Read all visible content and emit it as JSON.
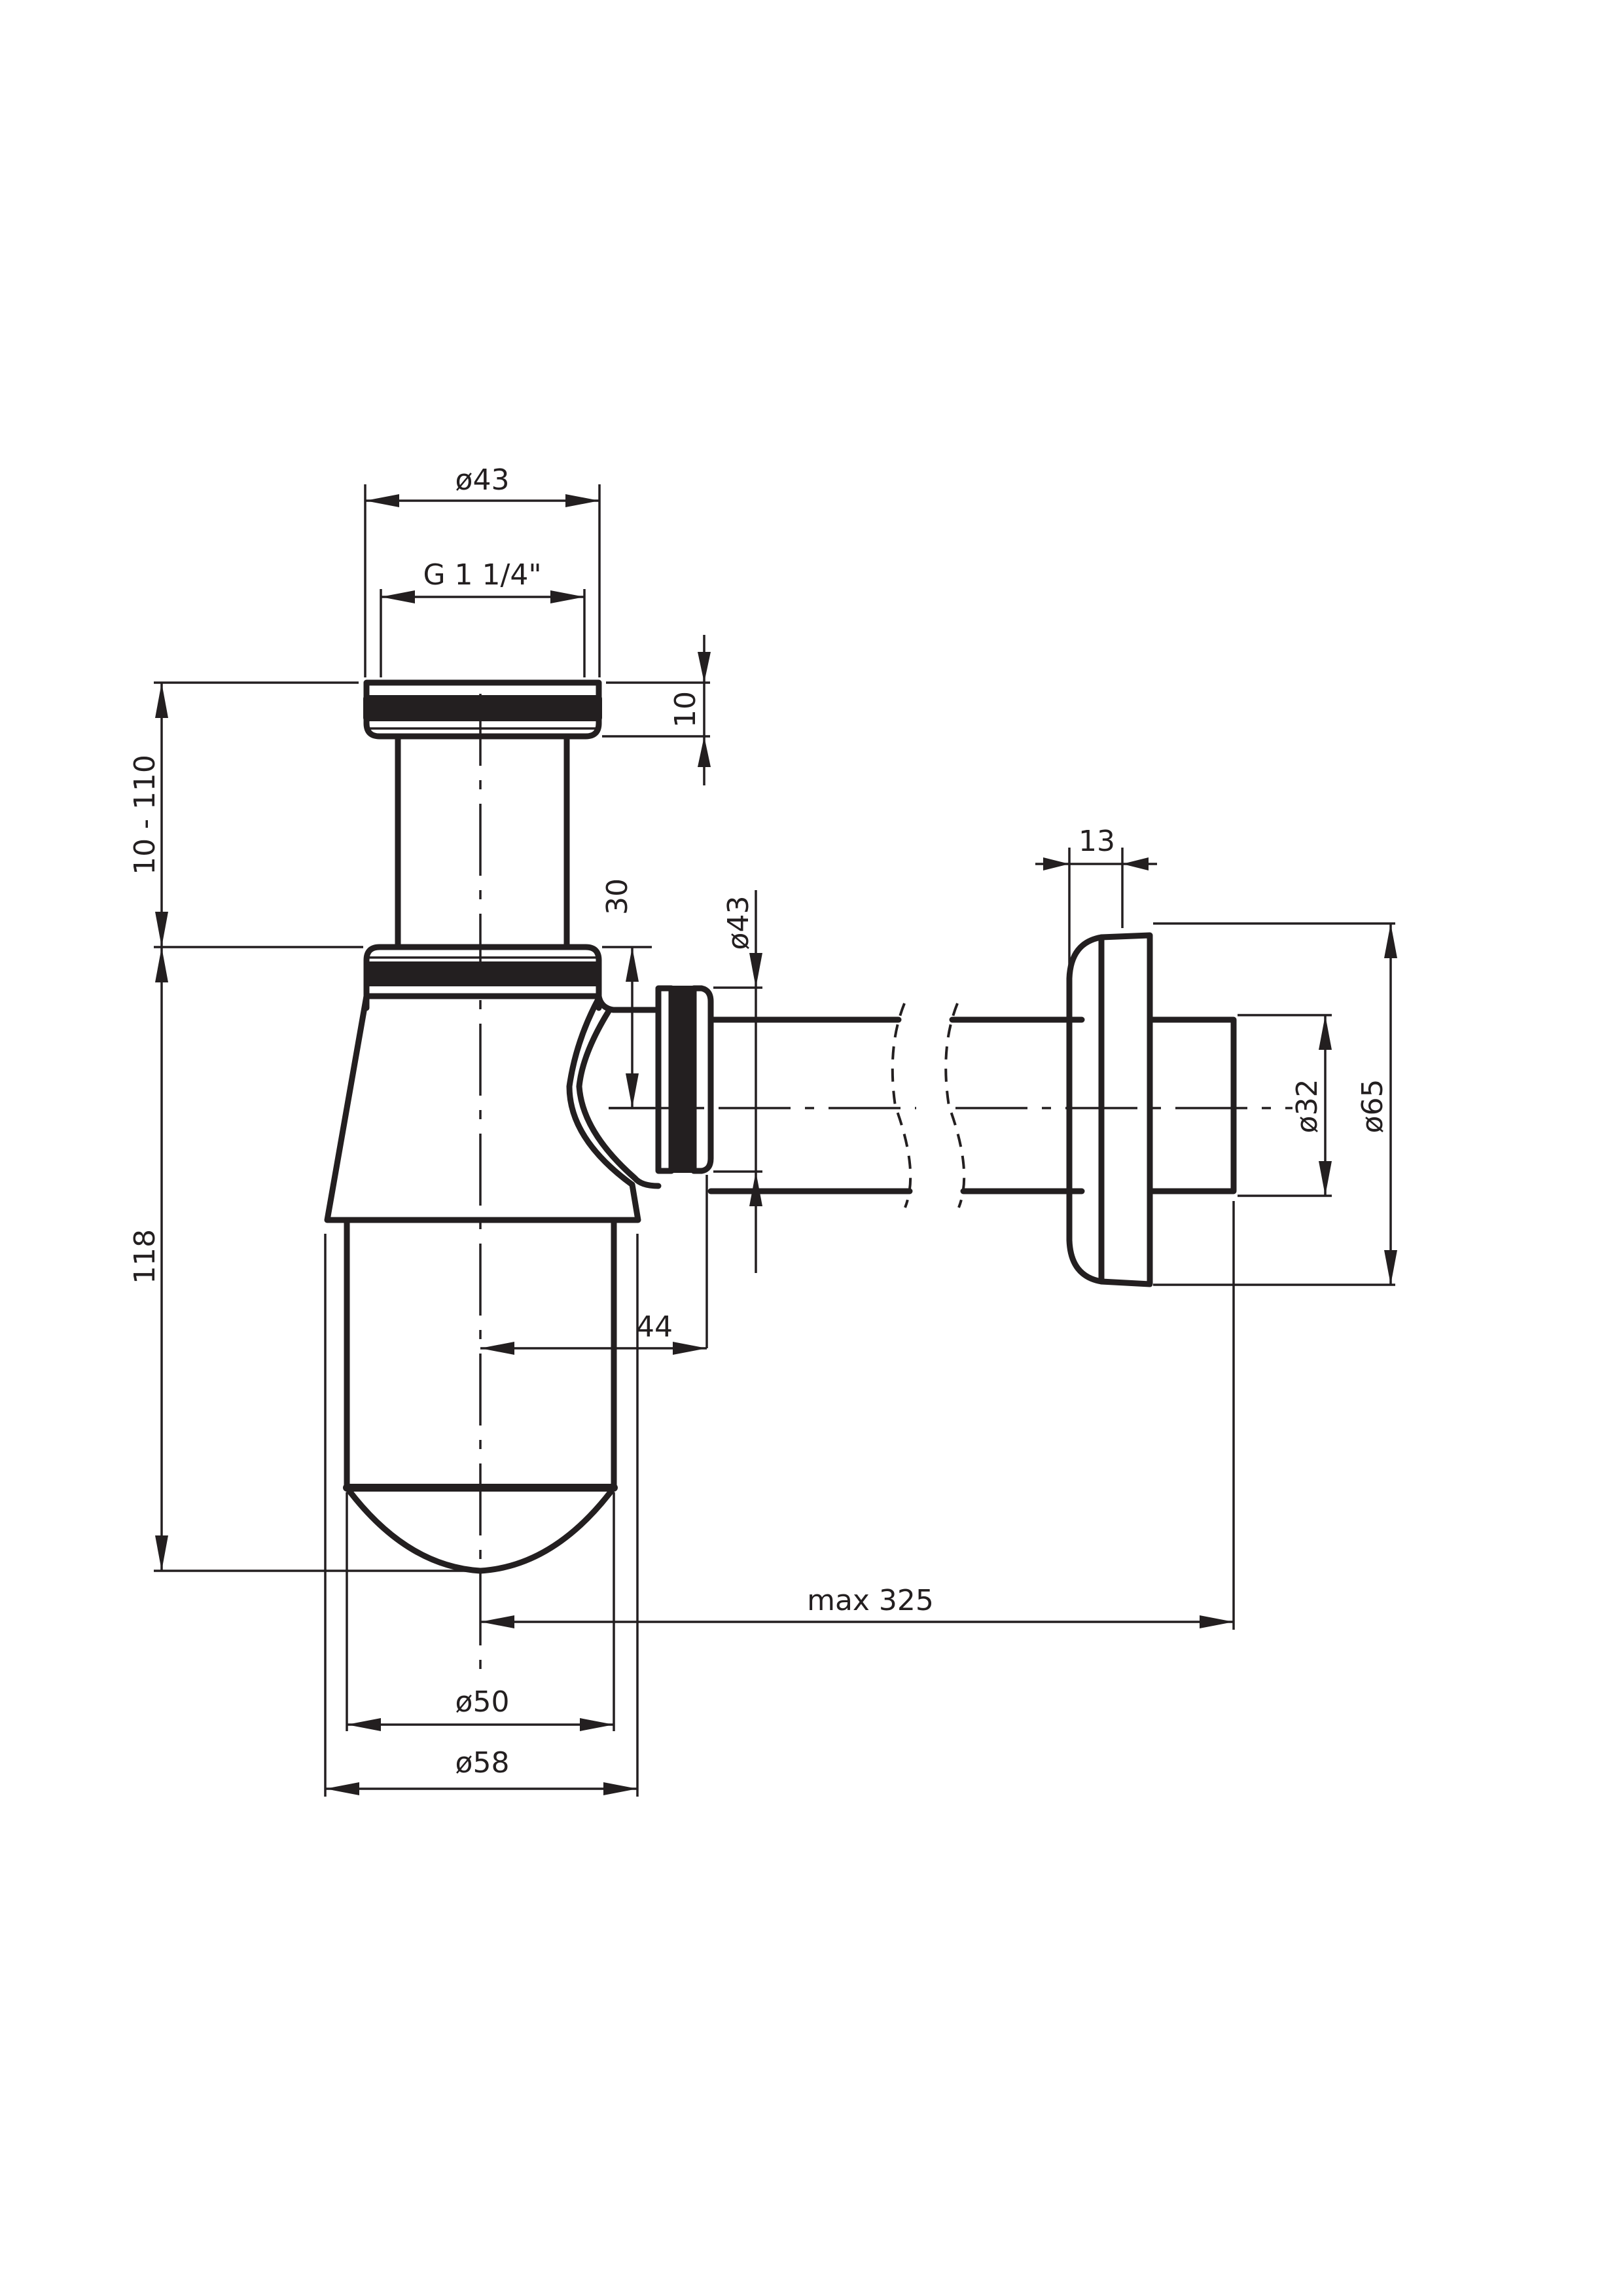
{
  "drawing": {
    "title": "Bottle siphon with wall flange – dimensional drawing",
    "units": "mm",
    "line_color": "#231f20",
    "background": "#ffffff"
  },
  "dimensions": {
    "top_outer_diameter": "ø43",
    "thread": "G 1 1/4\"",
    "top_nut_height": "10",
    "tube_adjust_range": "10 - 110",
    "outlet_offset": "30",
    "outlet_nut_diameter": "ø43",
    "flange_depth": "13",
    "outlet_pipe_diameter": "ø32",
    "flange_diameter": "ø65",
    "total_height": "118",
    "outlet_reach": "44",
    "max_length": "max 325",
    "cup_inner_diameter": "ø50",
    "cup_outer_diameter": "ø58"
  }
}
